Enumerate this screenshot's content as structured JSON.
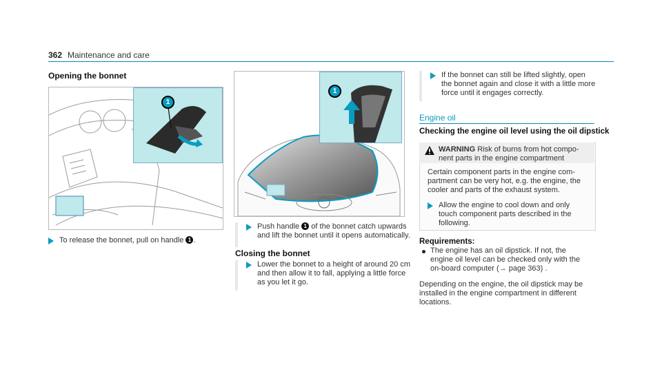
{
  "header": {
    "page_number": "362",
    "title": "Maintenance and care"
  },
  "col1": {
    "heading": "Opening the bonnet",
    "step1_text_a": "To release the bonnet, pull on handle",
    "step1_badge": "1",
    "step1_text_b": "."
  },
  "col2": {
    "step1_prefix": "Push handle",
    "step1_badge": "1",
    "step1_line1": "of the bonnet catch upwards",
    "step1_line2": "and lift the bonnet until it opens automatically.",
    "closing_heading": "Closing the bonnet",
    "closing_step": [
      "Lower the bonnet to a height of around 20 cm",
      "and then allow it to fall, applying a little force",
      "as you let it go."
    ]
  },
  "col3": {
    "step_lines": [
      "If the bonnet can still be lifted slightly, open",
      "the bonnet again and close it with a little more",
      "force until it engages correctly."
    ],
    "section_heading": "Engine oil",
    "subheading": "Checking the engine oil level using the oil dipstick",
    "warning": {
      "label": "WARNING",
      "line1": "Risk of burns from hot compo-",
      "line2": "nent parts in the engine compartment",
      "text": [
        "Certain component parts in the engine com-",
        "partment can be very hot, e.g. the engine, the",
        "cooler and parts of the exhaust system."
      ],
      "step": [
        "Allow the engine to cool down and only",
        "touch component parts described in the",
        "following."
      ]
    },
    "requirements_heading": "Requirements:",
    "requirement_lines": [
      "The engine has an oil dipstick. If not, the",
      "engine oil level can be checked only with the",
      "on-board computer (→ page 363) ."
    ],
    "paragraph_lines": [
      "Depending on the engine, the oil dipstick may be",
      "installed in the engine compartment in different",
      "locations."
    ]
  },
  "figures": {
    "callout": "1"
  },
  "colors": {
    "accent": "#0a9cc0",
    "inset": "#bfe9ea",
    "rule": "#0a8aa7"
  }
}
